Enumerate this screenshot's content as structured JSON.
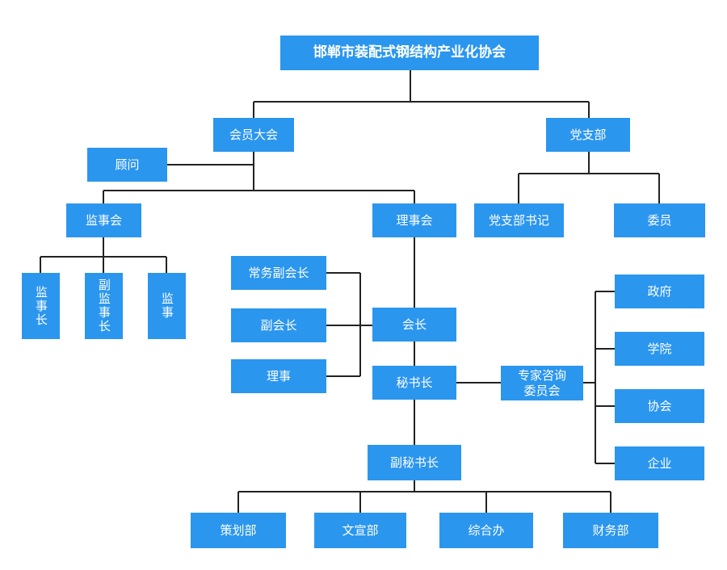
{
  "nodes": {
    "root": "邯郸市装配式钢结构产业化协会",
    "assembly": "会员大会",
    "party": "党支部",
    "advisor": "顾问",
    "supervisory_board": "监事会",
    "council": "理事会",
    "party_secretary": "党支部书记",
    "committee_member": "委员",
    "chief_supervisor": "监事长",
    "deputy_chief_supervisor": "副监事长",
    "supervisor": "监事",
    "executive_vice_president": "常务副会长",
    "vice_president": "副会长",
    "director": "理事",
    "president": "会长",
    "secretary_general": "秘书长",
    "expert_committee": "专家咨询\n委员会",
    "government": "政府",
    "academy": "学院",
    "association": "协会",
    "enterprise": "企业",
    "deputy_secretary_general": "副秘书长",
    "planning_dept": "策划部",
    "publicity_dept": "文宣部",
    "general_office": "综合办",
    "finance_dept": "财务部"
  },
  "colors": {
    "box": "#2b96ee",
    "text": "#ffffff",
    "line": "#222222"
  }
}
